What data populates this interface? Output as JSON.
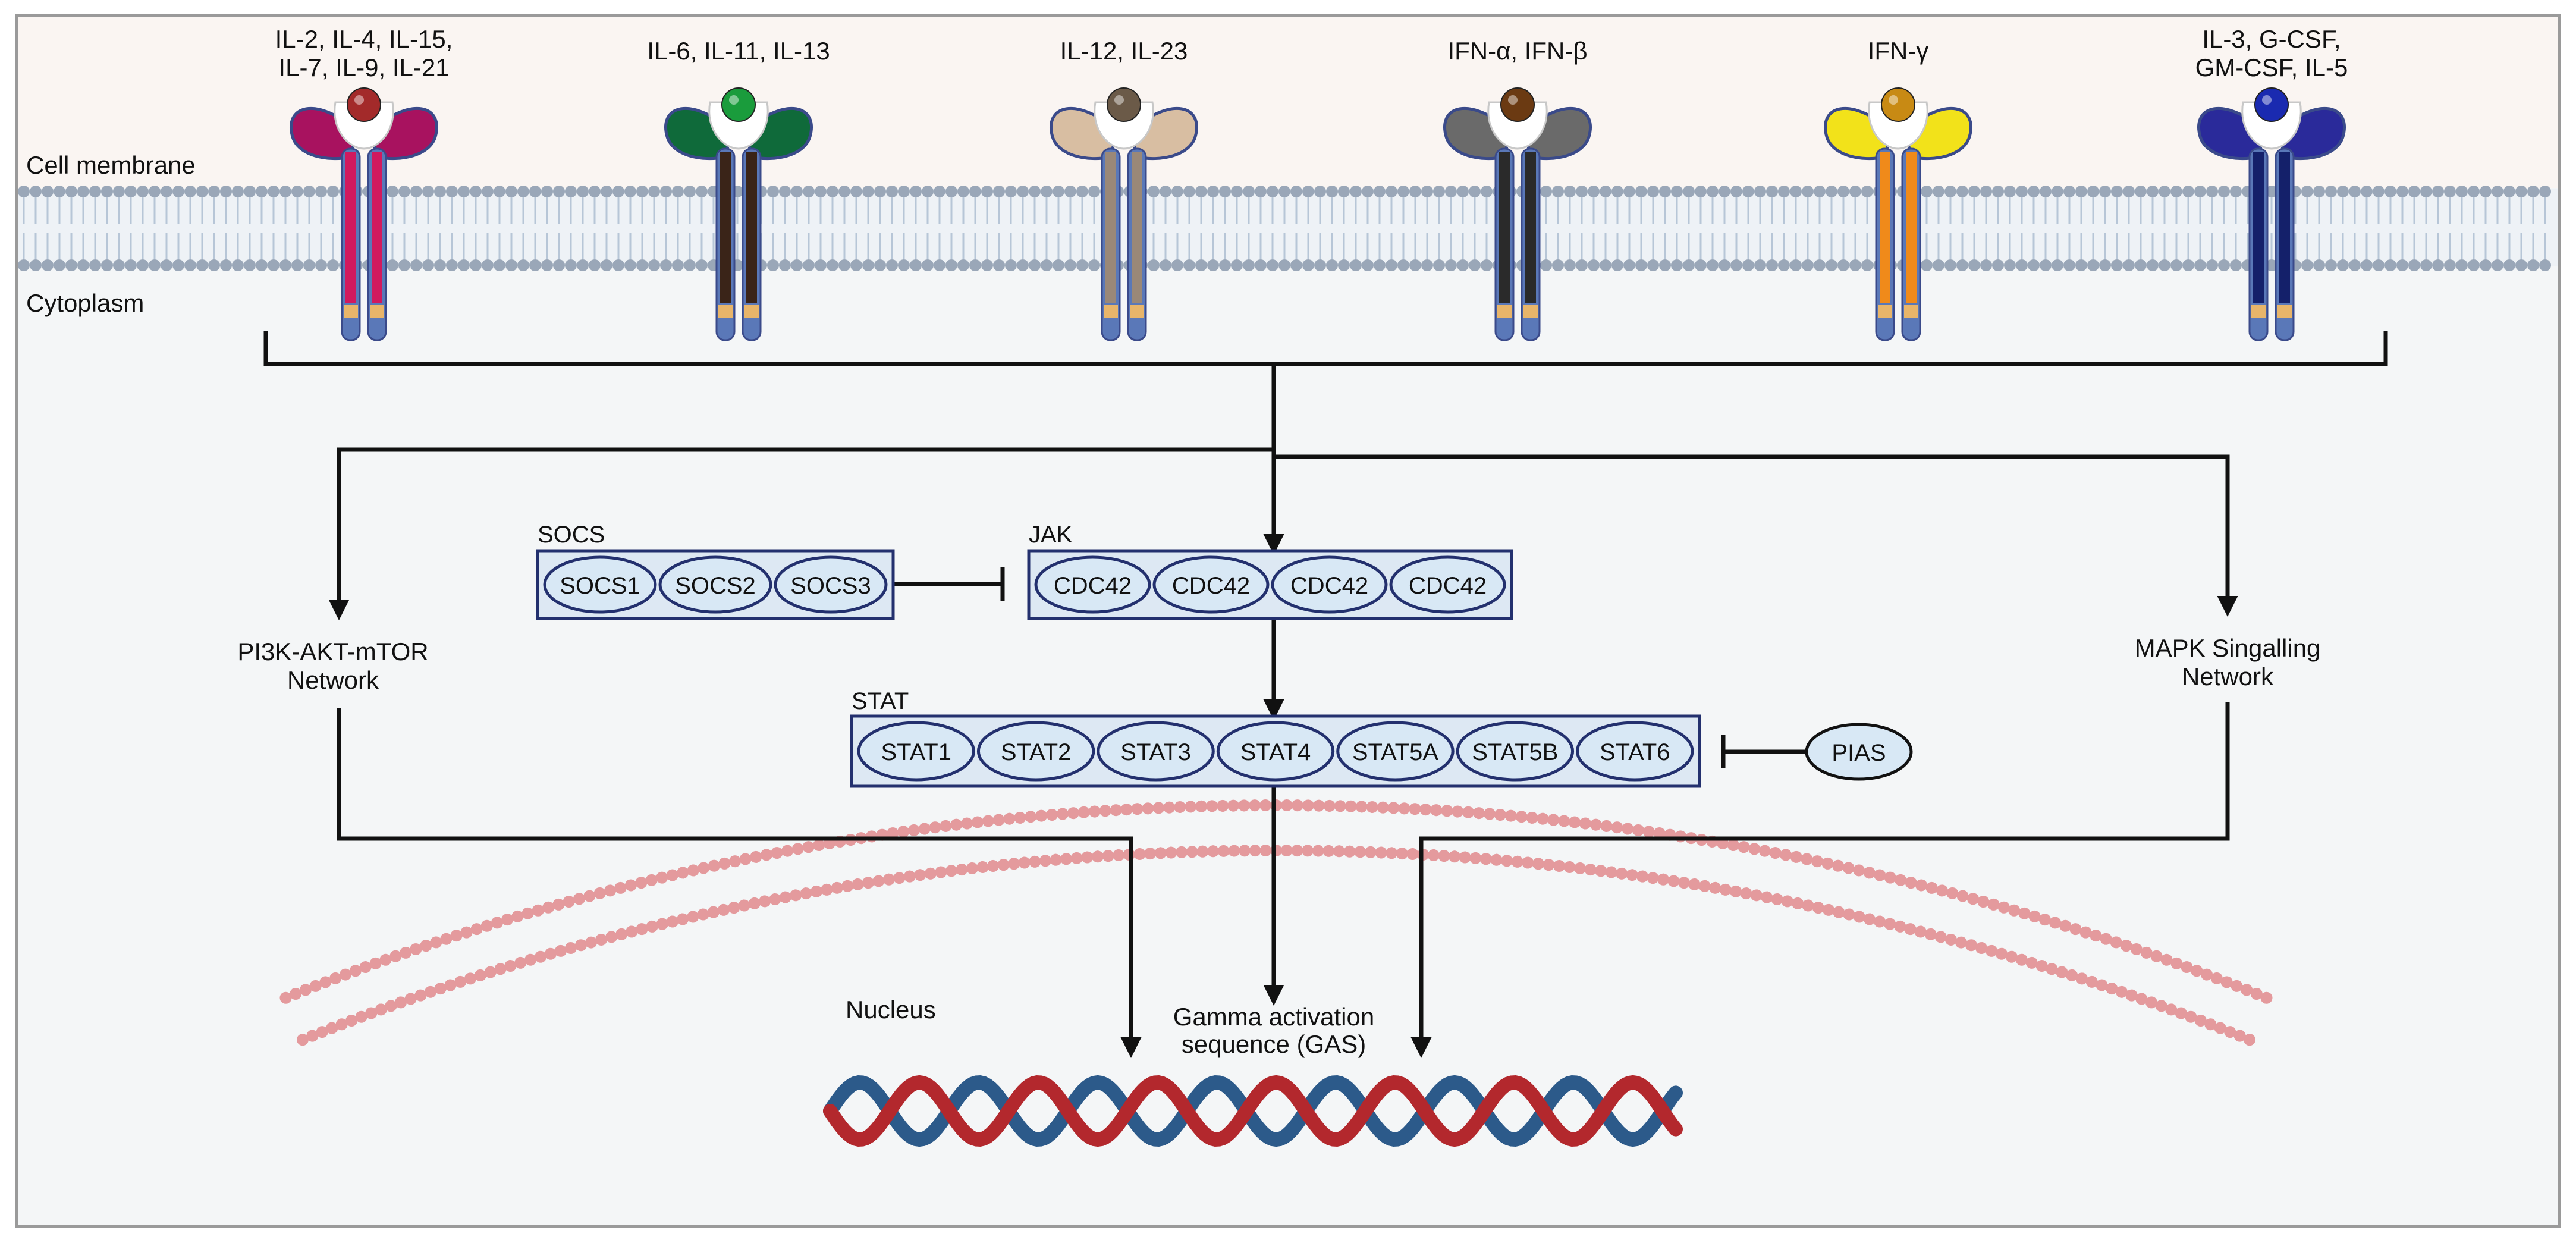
{
  "colors": {
    "frame": "#9a9a9a",
    "extracellular_bg": "#faf5f2",
    "cytoplasm_bg": "#f4f6f7",
    "membrane_head": "#9aa7b8",
    "membrane_tail": "#b7c6d7",
    "nuclear_envelope": "#e49a9d",
    "box_border": "#23306e",
    "box_fill": "#dde8f3",
    "pill_fill": "#d8e8f5",
    "line": "#111111",
    "dna_red": "#b3282d",
    "dna_blue": "#2c5a8a"
  },
  "regions": {
    "cell_membrane": "Cell membrane",
    "cytoplasm": "Cytoplasm",
    "nucleus": "Nucleus"
  },
  "receptors": [
    {
      "label_lines": [
        "IL-2, IL-4, IL-15,",
        "IL-7, IL-9, IL-21"
      ],
      "ligand_color": "#a32a2a",
      "ecd_color": "#a8125f",
      "tm_color": "#d1195e"
    },
    {
      "label_lines": [
        "IL-6, IL-11, IL-13"
      ],
      "ligand_color": "#1a9c3c",
      "ecd_color": "#0f6a3a",
      "tm_color": "#3a2418"
    },
    {
      "label_lines": [
        "IL-12, IL-23"
      ],
      "ligand_color": "#6b5a48",
      "ecd_color": "#d8bea2",
      "tm_color": "#9a8878"
    },
    {
      "label_lines": [
        "IFN-α, IFN-β"
      ],
      "ligand_color": "#6b3a12",
      "ecd_color": "#6a6a6a",
      "tm_color": "#2a2a2a"
    },
    {
      "label_lines": [
        "IFN-γ"
      ],
      "ligand_color": "#c88a14",
      "ecd_color": "#f2e21a",
      "tm_color": "#f08a1a"
    },
    {
      "label_lines": [
        "IL-3, G-CSF,",
        "GM-CSF, IL-5"
      ],
      "ligand_color": "#1a2ab0",
      "ecd_color": "#2a2a9a",
      "tm_color": "#14206a"
    }
  ],
  "socs": {
    "title": "SOCS",
    "items": [
      "SOCS1",
      "SOCS2",
      "SOCS3"
    ]
  },
  "jak": {
    "title": "JAK",
    "items": [
      "CDC42",
      "CDC42",
      "CDC42",
      "CDC42"
    ]
  },
  "stat": {
    "title": "STAT",
    "items": [
      "STAT1",
      "STAT2",
      "STAT3",
      "STAT4",
      "STAT5A",
      "STAT5B",
      "STAT6"
    ]
  },
  "pias": "PIAS",
  "pi3k": [
    "PI3K-AKT-mTOR",
    "Network"
  ],
  "mapk": [
    "MAPK Singalling",
    "Network"
  ],
  "gas": [
    "Gamma activation",
    "sequence (GAS)"
  ]
}
